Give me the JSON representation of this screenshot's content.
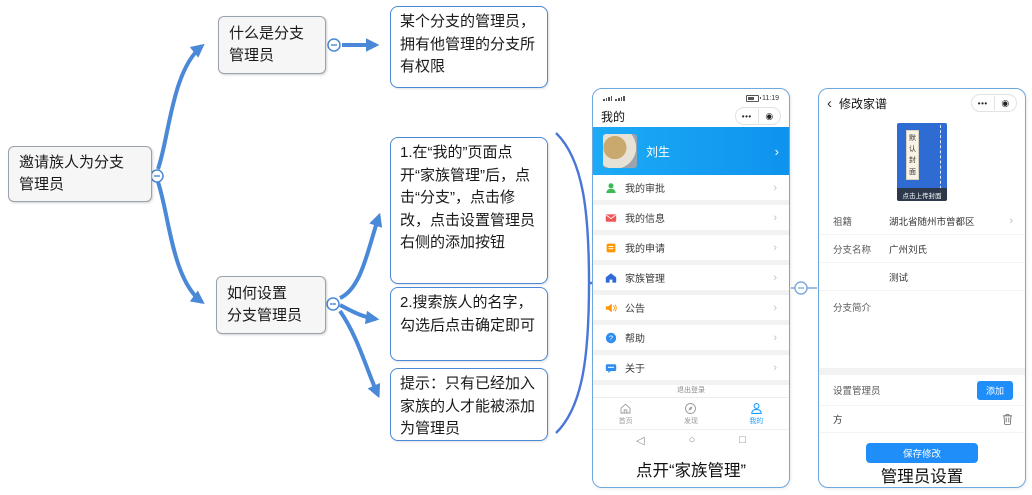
{
  "colors": {
    "arrow_blue": "#4a89d8",
    "phone_frame_blue": "#6fa8dc",
    "banner_blue": "#18a3f2",
    "accent_blue": "#1f8ef8",
    "book_blue": "#2e6bd3"
  },
  "glyphs": {
    "chevron": "›",
    "more_dots": "•••",
    "capsule_target": "◉",
    "back": "‹",
    "nav_back": "◁",
    "nav_home": "○",
    "nav_recent": "□"
  },
  "mindmap": {
    "root": "邀请族人为分支\n管理员",
    "what": {
      "title": "什么是分支\n管理员",
      "detail": "某个分支的管理员，拥有他管理的分支所有权限"
    },
    "how": {
      "title": "如何设置\n分支管理员",
      "steps": [
        "1.在“我的”页面点开“家族管理”后，点击“分支”，点击修改，点击设置管理员右侧的添加按钮",
        "2.搜索族人的名字，勾选后点击确定即可",
        "提示：只有已经加入家族的人才能被添加为管理员"
      ]
    }
  },
  "phone1": {
    "status": {
      "time": "11:19"
    },
    "title": "我的",
    "banner": {
      "name": "刘生"
    },
    "menu": [
      {
        "icon": "person-icon",
        "label": "我的审批"
      },
      {
        "icon": "mail-icon",
        "label": "我的信息"
      },
      {
        "icon": "application-icon",
        "label": "我的申请"
      },
      {
        "icon": "home-icon",
        "label": "家族管理"
      },
      {
        "icon": "megaphone-icon",
        "label": "公告"
      },
      {
        "icon": "help-icon",
        "label": "帮助"
      },
      {
        "icon": "chat-icon",
        "label": "关于"
      }
    ],
    "logout": "退出登录",
    "tabs": [
      {
        "label": "首页",
        "active": false
      },
      {
        "label": "发现",
        "active": false
      },
      {
        "label": "我的",
        "active": true
      }
    ],
    "caption": "点开“家族管理”"
  },
  "phone2": {
    "title": "修改家谱",
    "cover": {
      "label": "默认封面",
      "upload": "点击上传封面"
    },
    "fields": [
      {
        "label": "祖籍",
        "value": "湖北省随州市曾都区"
      },
      {
        "label": "分支名称",
        "value": "广州刘氏"
      },
      {
        "label": "",
        "value": "测试"
      },
      {
        "label": "分支简介",
        "value": ""
      }
    ],
    "admin": {
      "label": "设置管理员",
      "add_label": "添加"
    },
    "member": "方",
    "save_label": "保存修改",
    "caption": "管理员设置"
  }
}
